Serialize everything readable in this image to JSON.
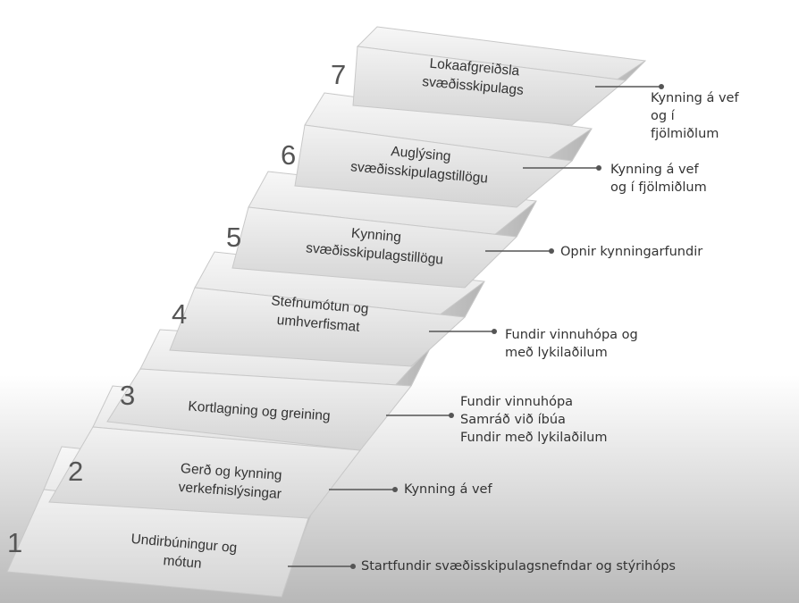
{
  "steps": [
    {
      "number": "1",
      "label_lines": [
        "Undirbúningur og",
        "mótun"
      ],
      "callout_lines": [
        "Startfundir svæðisskipulagsnefndar og stýrihóps"
      ]
    },
    {
      "number": "2",
      "label_lines": [
        "Gerð  og kynning",
        "verkefnislýsingar"
      ],
      "callout_lines": [
        "Kynning á vef"
      ]
    },
    {
      "number": "3",
      "label_lines": [
        "Kortlagning og greining"
      ],
      "callout_lines": [
        "Fundir vinnuhópa",
        "Samráð við íbúa",
        "Fundir með lykilaðilum"
      ]
    },
    {
      "number": "4",
      "label_lines": [
        "Stefnumótun og",
        "umhverfismat"
      ],
      "callout_lines": [
        "Fundir vinnuhópa  og",
        "með lykilaðilum"
      ]
    },
    {
      "number": "5",
      "label_lines": [
        "Kynning",
        "svæðisskipulagstillögu"
      ],
      "callout_lines": [
        "Opnir kynningarfundir"
      ]
    },
    {
      "number": "6",
      "label_lines": [
        "Auglýsing",
        "svæðisskipulagstillögu"
      ],
      "callout_lines": [
        "Kynning á vef",
        "og í fjölmiðlum"
      ]
    },
    {
      "number": "7",
      "label_lines": [
        "Lokaafgreiðsla",
        "svæðisskipulags"
      ],
      "callout_lines": [
        "Kynning á vef",
        "og í",
        "fjölmiðlum"
      ]
    }
  ]
}
